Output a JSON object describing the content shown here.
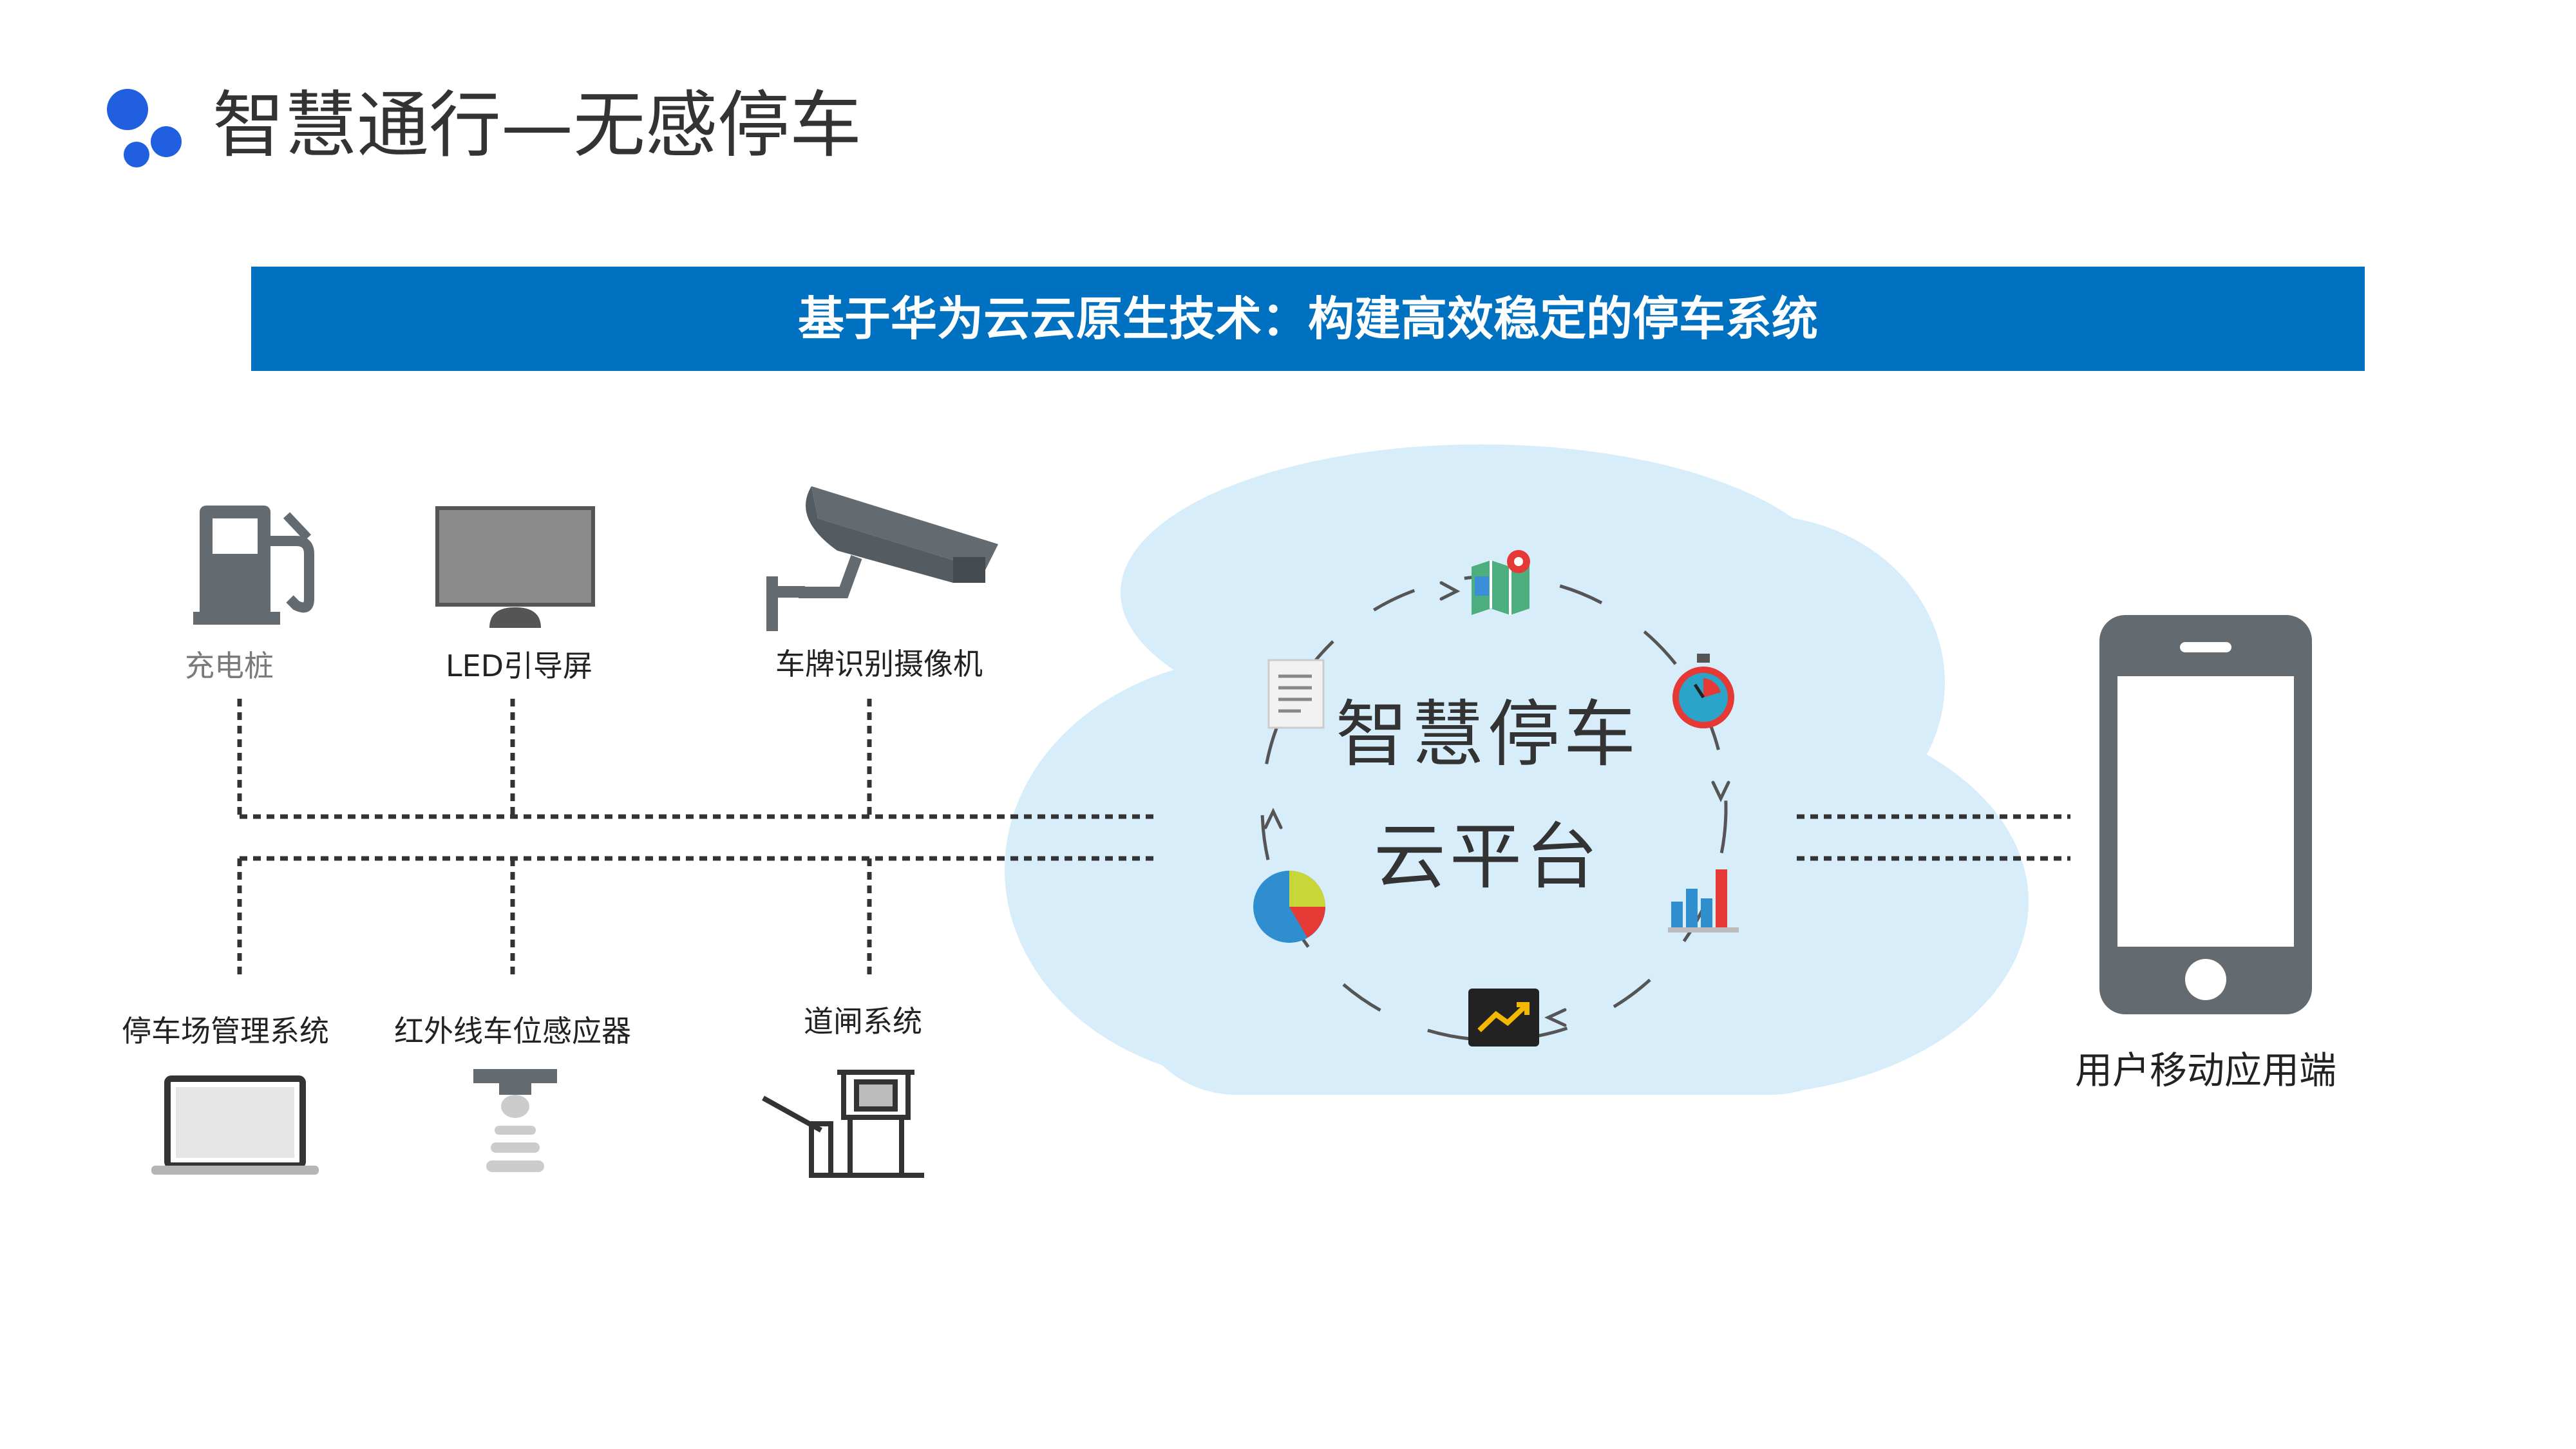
{
  "header": {
    "title": "智慧通行—无感停车"
  },
  "banner": {
    "text": "基于华为云云原生技术：构建高效稳定的停车系统"
  },
  "devices_top": [
    {
      "label": "充电桩",
      "icon": "fuel-pump-icon"
    },
    {
      "label": "LED引导屏",
      "icon": "led-monitor-icon"
    },
    {
      "label": "车牌识别摄像机",
      "icon": "cctv-camera-icon"
    }
  ],
  "devices_bottom": [
    {
      "label": "停车场管理系统",
      "icon": "laptop-icon"
    },
    {
      "label": "红外线车位感应器",
      "icon": "sensor-icon"
    },
    {
      "label": "道闸系统",
      "icon": "barrier-gate-icon"
    }
  ],
  "cloud": {
    "line1": "智慧停车",
    "line2": "云平台",
    "icons": [
      "map-pin-icon",
      "stopwatch-icon",
      "bar-chart-icon",
      "trend-chart-icon",
      "pie-chart-icon",
      "document-icon"
    ]
  },
  "mobile": {
    "label": "用户移动应用端",
    "icon": "smartphone-icon"
  },
  "colors": {
    "brand_blue": "#0070c0",
    "logo_blue": "#1f5fe0",
    "cloud_fill": "#d7eefa",
    "icon_gray": "#636b70"
  }
}
